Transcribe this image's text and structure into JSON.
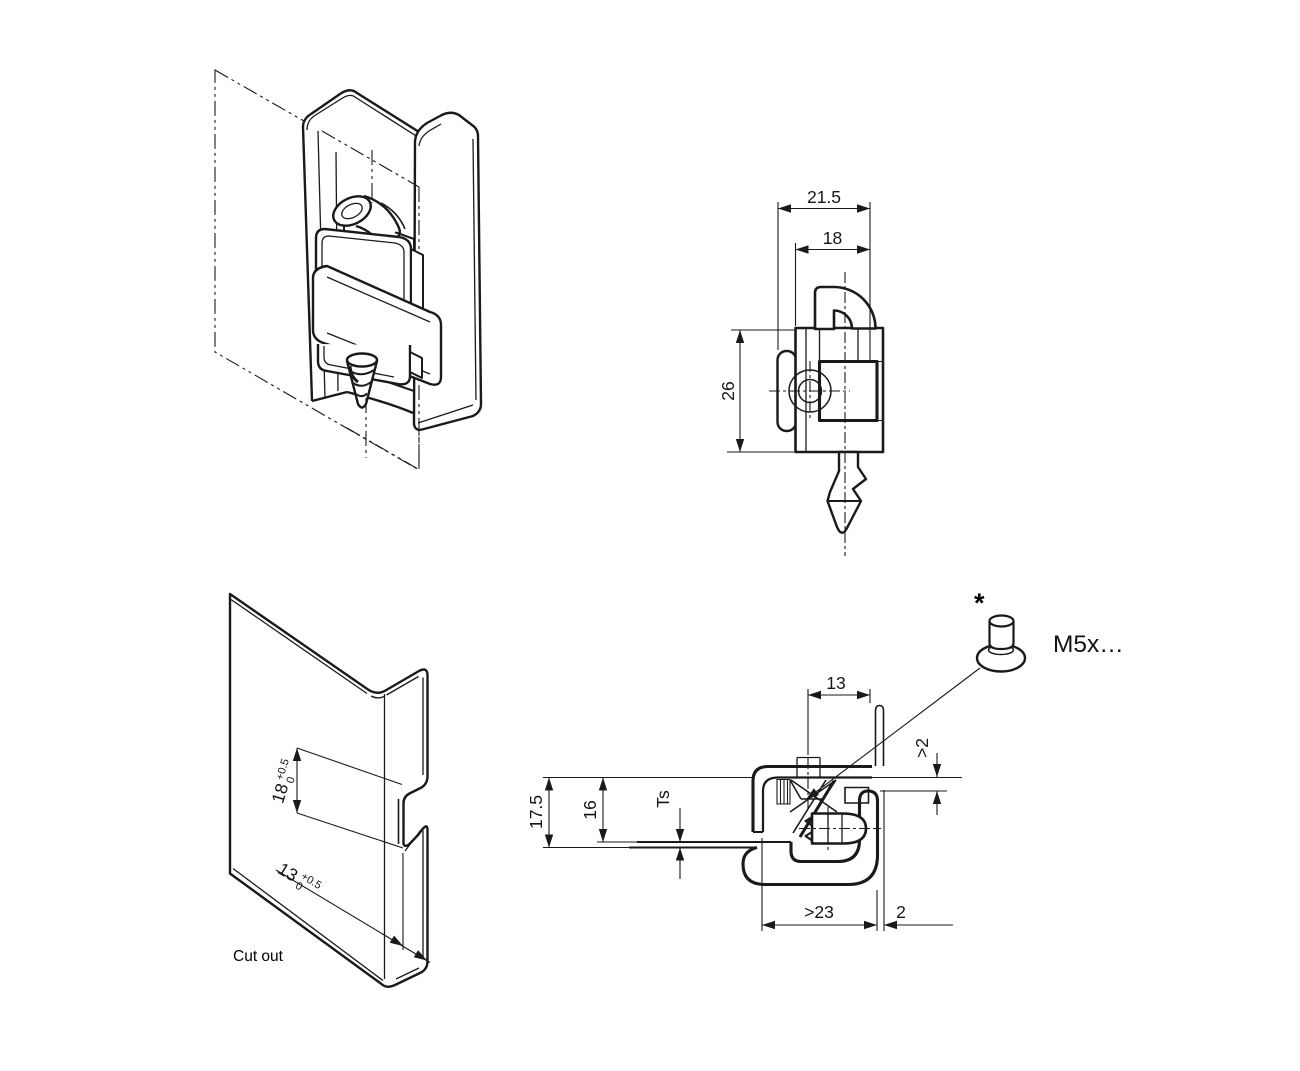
{
  "colors": {
    "line": "#1a1a1a",
    "background": "#ffffff"
  },
  "front_view": {
    "dim_width_outer": "21.5",
    "dim_width_inner": "18",
    "dim_height": "26"
  },
  "cutout_view": {
    "dim_height": "18",
    "dim_height_tol_upper": "+0.5",
    "dim_height_tol_lower": "0",
    "dim_width": "13",
    "dim_width_tol_upper": "+0.5",
    "dim_width_tol_lower": "0",
    "caption": "Cut out"
  },
  "section_view": {
    "dim_hole_offset": "13",
    "dim_clearance": ">2",
    "dim_total_height": "17.5",
    "dim_inner_height": "16",
    "dim_sheet_thickness": "Ts",
    "dim_min_depth": ">23",
    "dim_edge_offset": "2",
    "screw_label": "M5x…",
    "footnote_marker": "*"
  }
}
